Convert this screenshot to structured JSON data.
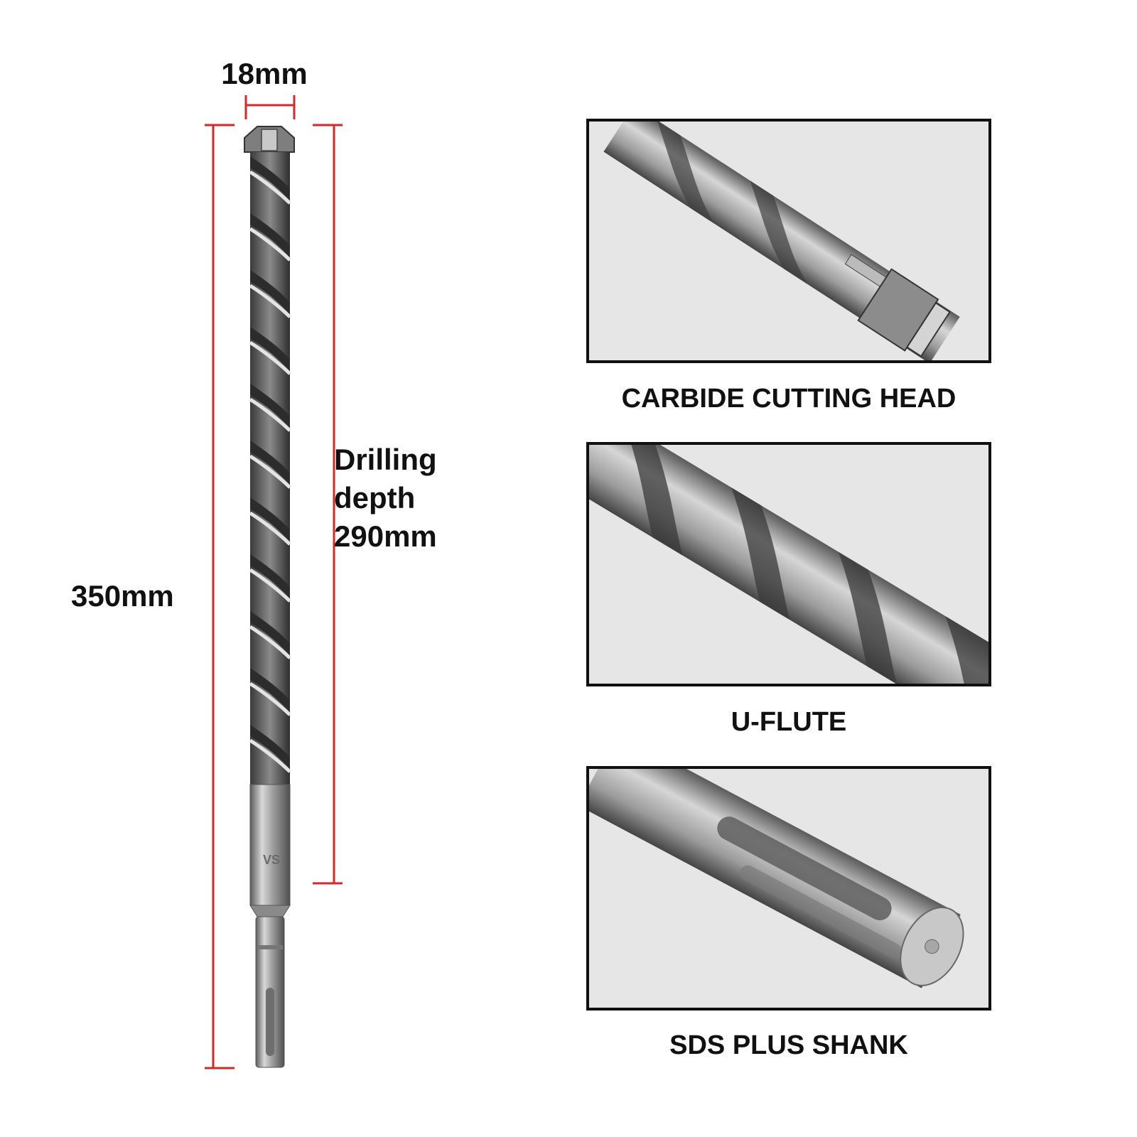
{
  "dimensions": {
    "width_label": "18mm",
    "length_label": "350mm",
    "depth_line1": "Drilling",
    "depth_line2": "depth",
    "depth_line3": "290mm"
  },
  "features": [
    {
      "caption": "CARBIDE CUTTING HEAD"
    },
    {
      "caption": "U-FLUTE"
    },
    {
      "caption": "SDS PLUS SHANK"
    }
  ],
  "bit": {
    "shank_marking": "VS"
  },
  "colors": {
    "dimension_line": "#d22a2a",
    "frame": "#111111",
    "panel_background": "#e6e6e6",
    "steel": "#8f8f8f"
  }
}
